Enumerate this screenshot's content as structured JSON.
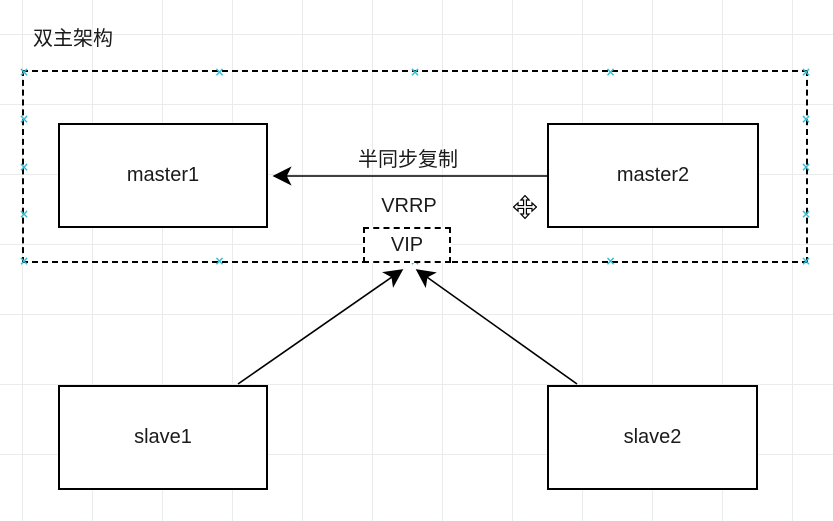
{
  "diagram": {
    "title": "双主架构",
    "nodes": [
      {
        "id": "master1",
        "label": "master1",
        "shape": "rectangle"
      },
      {
        "id": "master2",
        "label": "master2",
        "shape": "rectangle"
      },
      {
        "id": "slave1",
        "label": "slave1",
        "shape": "rectangle"
      },
      {
        "id": "slave2",
        "label": "slave2",
        "shape": "rectangle"
      },
      {
        "id": "vip",
        "label": "VIP",
        "shape": "dashed-rectangle"
      }
    ],
    "labels": {
      "vrrp": "VRRP"
    },
    "edges": [
      {
        "from": "master2",
        "to": "master1",
        "label": "半同步复制",
        "arrow": "filled-triangle"
      },
      {
        "from": "slave1",
        "to": "vip",
        "label": "",
        "arrow": "filled-triangle"
      },
      {
        "from": "slave2",
        "to": "vip",
        "label": "",
        "arrow": "filled-triangle"
      }
    ],
    "colors": {
      "stroke": "#000000",
      "text": "#1a1a1a",
      "selection_handle": "#33bdd4",
      "grid": "#e9ebec",
      "background": "#ffffff"
    }
  },
  "cursor": {
    "type": "move"
  }
}
